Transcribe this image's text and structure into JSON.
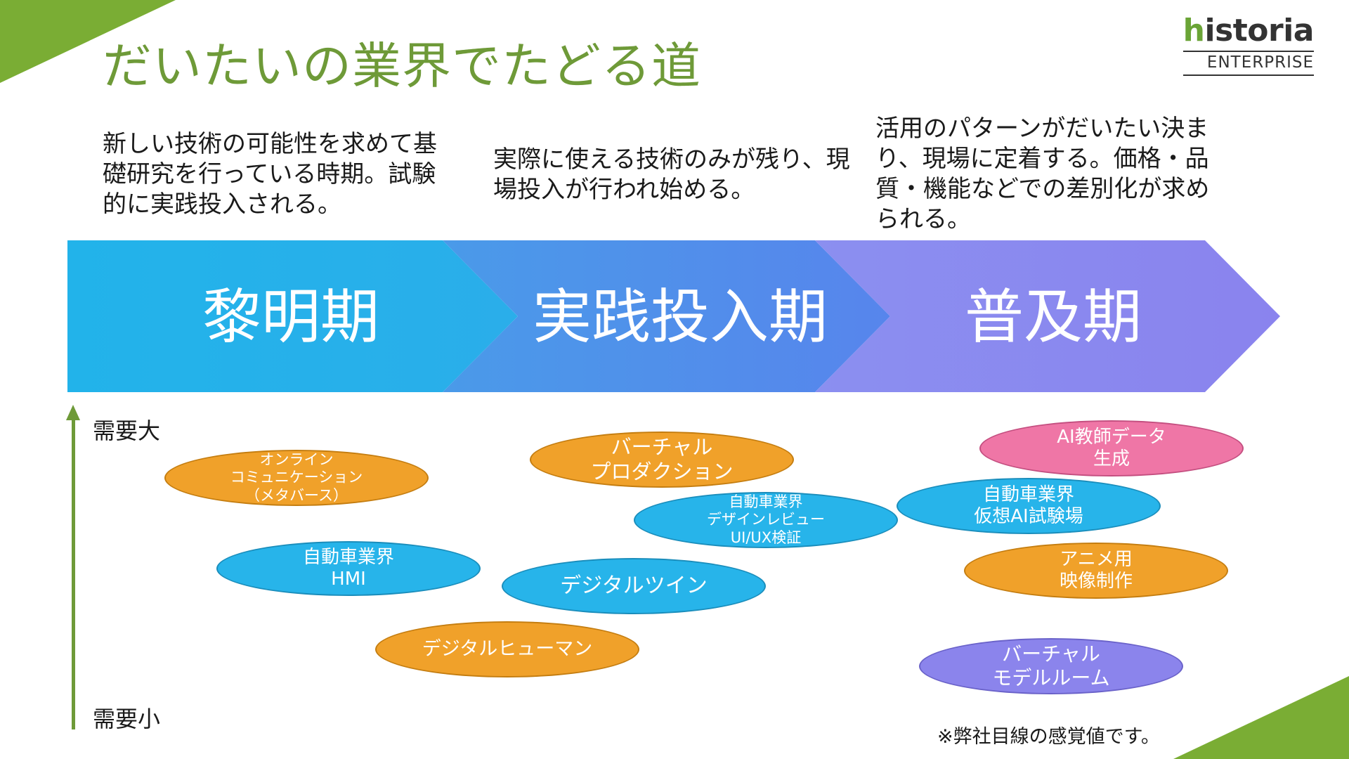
{
  "title": "だいたいの業界でたどる道",
  "logo": {
    "main_initial": "h",
    "main_rest": "istoria",
    "sub": "ENTERPRISE"
  },
  "descriptions": [
    "新しい技術の可能性を求めて基礎研究を行っている時期。試験的に実践投入される。",
    "実際に使える技術のみが残り、現場投入が行われ始める。",
    "活用のパターンがだいたい決まり、現場に定着する。価格・品質・機能などでの差別化が求められる。"
  ],
  "stages": [
    {
      "label": "黎明期",
      "color": "#24b2ea"
    },
    {
      "label": "実践投入期",
      "color": "#5588eb"
    },
    {
      "label": "普及期",
      "color": "#8c87ee"
    }
  ],
  "axis": {
    "top_label": "需要大",
    "bottom_label": "需要小",
    "color": "#6e9a38"
  },
  "bubbles": [
    {
      "text": "オンライン\nコミュニケーション\n（メタバース）",
      "color": "orange"
    },
    {
      "text": "自動車業界\nHMI",
      "color": "blue"
    },
    {
      "text": "デジタルヒューマン",
      "color": "orange"
    },
    {
      "text": "バーチャル\nプロダクション",
      "color": "orange"
    },
    {
      "text": "自動車業界\nデザインレビュー\nUI/UX検証",
      "color": "blue"
    },
    {
      "text": "デジタルツイン",
      "color": "blue"
    },
    {
      "text": "AI教師データ\n生成",
      "color": "pink"
    },
    {
      "text": "自動車業界\n仮想AI試験場",
      "color": "blue"
    },
    {
      "text": "アニメ用\n映像制作",
      "color": "orange"
    },
    {
      "text": "バーチャル\nモデルルーム",
      "color": "purple"
    }
  ],
  "note": "※弊社目線の感覚値です。",
  "accent_color": "#7aad34"
}
